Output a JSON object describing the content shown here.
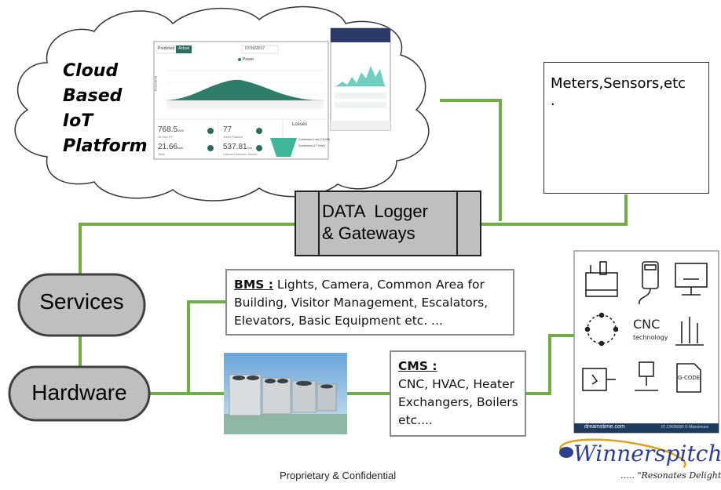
{
  "cloud": {
    "lines": [
      "Cloud",
      "Based",
      "IoT",
      "Platform"
    ],
    "dashboard": {
      "tab_predicted": "Predicted",
      "tab_actual": "Actual",
      "date": "07/10/2017",
      "legend_power": "Power",
      "ylabel": "Power(kW)",
      "stat1_value": "768.5",
      "stat1_unit": "kWh",
      "stat1_label": "Of Gen PF",
      "stat2_value": "21.66",
      "stat2_unit": "kwh",
      "stat2_label": "Total",
      "stat3_value": "77",
      "stat3_label": "Trees Planted",
      "stat4_value": "537.81",
      "stat4_unit": "Ton",
      "stat4_label": "Carbon Emission Saved",
      "losses_title": "Losses",
      "loss1": "Conversion Loss (7.8 kW)",
      "loss2": "Conversion (17.9 kW)"
    }
  },
  "logger": {
    "line1": "DATA  Logger",
    "line2": "& Gateways"
  },
  "meters": {
    "title": "Meters,Sensors,etc",
    "dot": "."
  },
  "services": {
    "label": "Services"
  },
  "hardware": {
    "label": "Hardware"
  },
  "bms": {
    "head": "BMS :",
    "line1": " Lights, Camera, Common Area for",
    "line2": "Building, Visitor Management, Escalators,",
    "line3": "Elevators, Basic Equipment etc. ..."
  },
  "cms": {
    "head": "CMS :",
    "line1": "CNC, HVAC, Heater",
    "line2": "Exchangers, Boilers",
    "line3": "etc...."
  },
  "cnc_panel": {
    "cnc_label": "CNC",
    "cnc_sub": "technology",
    "gcode": "G-CODE",
    "footer_left": "dreamstime.com",
    "footer_right": "ID 13436680 © Maxsimuss"
  },
  "footer": "Proprietary & Confidential",
  "logo": {
    "name": "Winnerspitch",
    "tagline": "….. \"Resonates Delight\""
  },
  "colors": {
    "connector": "#70ad47",
    "pill_fill": "#bfbfbf",
    "pill_stroke": "#404040",
    "logger_fill": "#bfbfbf",
    "chart_fill": "#2e7d6a",
    "logo_blue": "#2e3f8f",
    "logo_gold": "#d9a520"
  }
}
